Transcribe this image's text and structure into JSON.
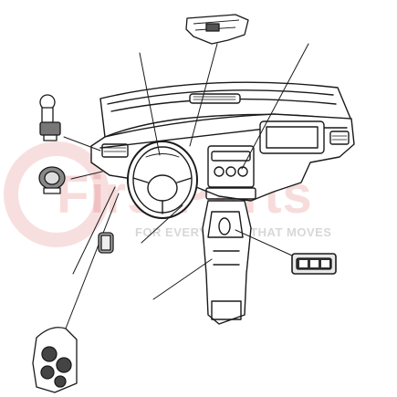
{
  "watermark": {
    "brand": "FirstParts",
    "tagline": "FOR EVERYTHING THAT MOVES",
    "color": "#cd2828"
  },
  "diagram": {
    "subject": "instrument panel with switch callouts",
    "callout_parts": [
      "overhead-console-switch",
      "headlamp-switch",
      "dimmer-switch-knob",
      "door-switch",
      "window-switch-bezel",
      "hazard-switch-bezel"
    ]
  }
}
